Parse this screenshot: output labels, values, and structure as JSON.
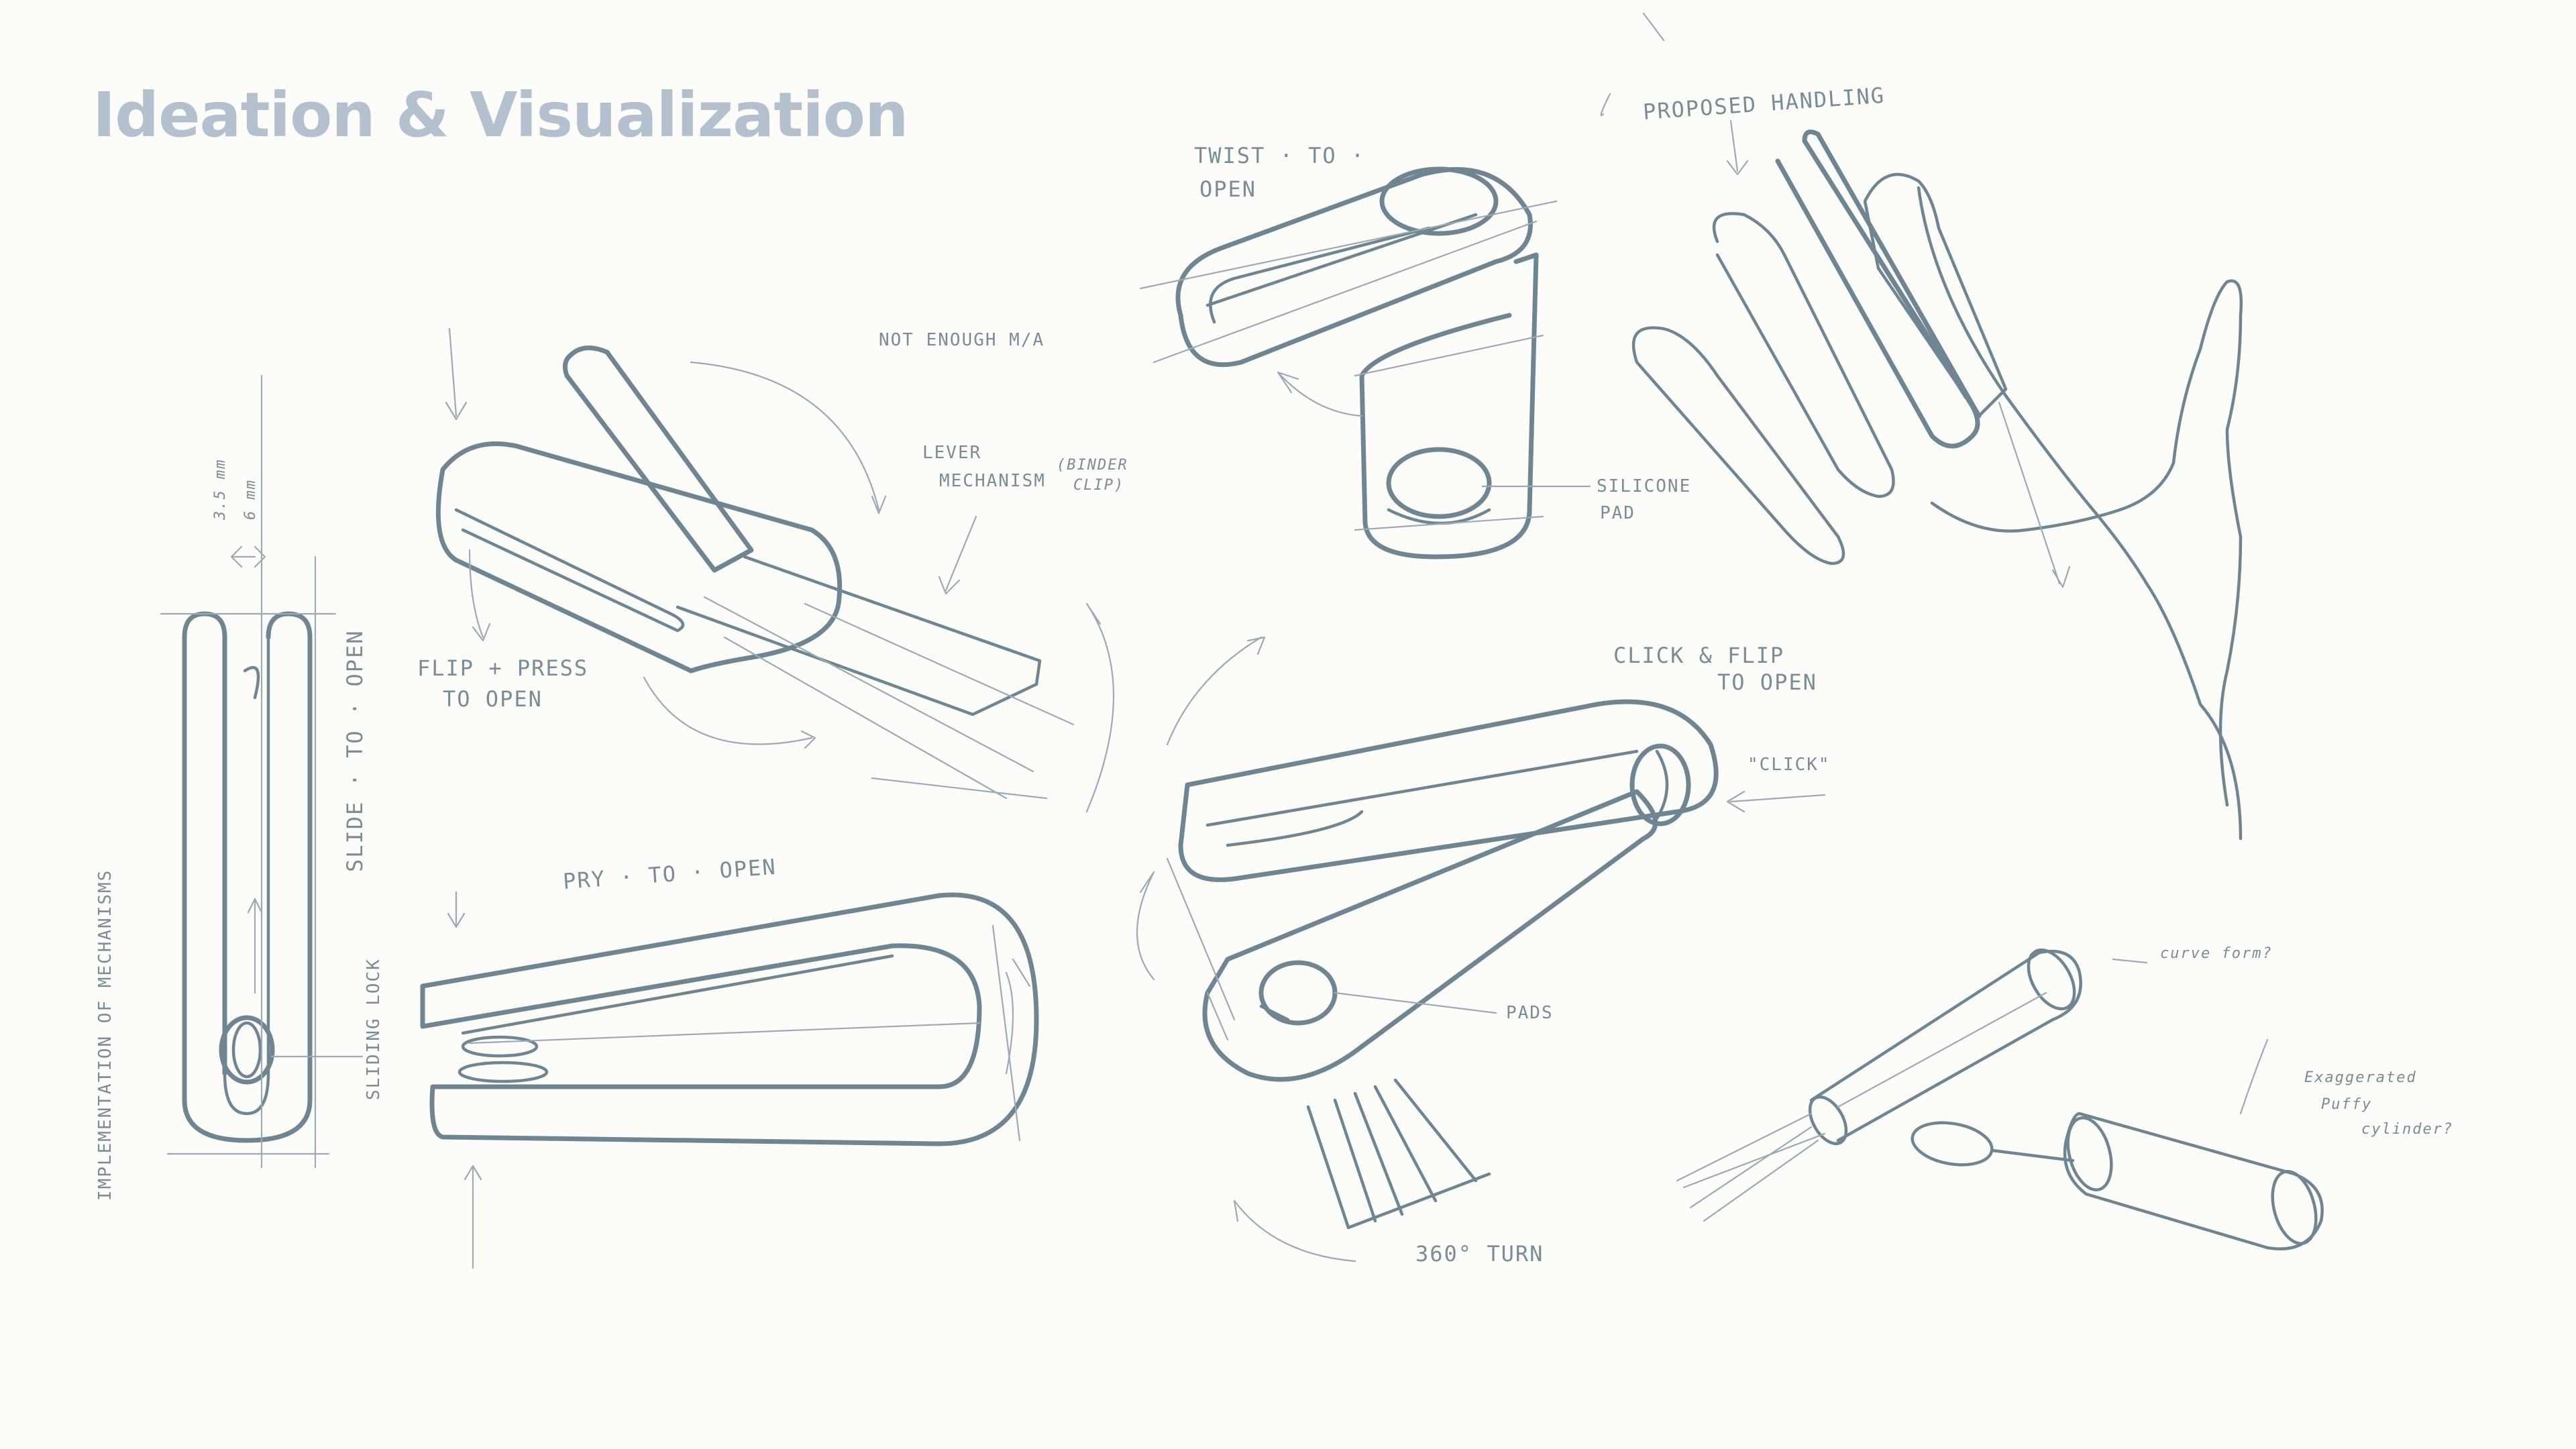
{
  "page": {
    "title": "Ideation & Visualization",
    "background": "#fcfcf9",
    "title_color": "#b4c0cd",
    "ink_color": "#6f8591"
  },
  "labels": {
    "implementation": "IMPLEMENTATION OF MECHANISMS",
    "slide_to_open": "SLIDE · TO · OPEN",
    "sliding_lock": "SLIDING LOCK",
    "dim_35": "3.5 mm",
    "dim_6": "6 mm",
    "flip_press_1": "FLIP + PRESS",
    "flip_press_2": "TO OPEN",
    "not_enough": "NOT ENOUGH M/A",
    "lever_1": "LEVER",
    "lever_2": "MECHANISM",
    "binder_1": "(BINDER",
    "binder_2": "CLIP)",
    "pry_to_open": "PRY · TO · OPEN",
    "twist_1": "TWIST · TO ·",
    "twist_2": "OPEN",
    "silicone_1": "SILICONE",
    "silicone_2": "PAD",
    "proposed_handling": "PROPOSED HANDLING",
    "click_flip_1": "CLICK & FLIP",
    "click_flip_2": "TO OPEN",
    "click": "\"CLICK\"",
    "pads": "PADS",
    "turn": "360° TURN",
    "curve_form": "curve form?",
    "exaggerated_1": "Exaggerated",
    "exaggerated_2": "Puffy",
    "exaggerated_3": "cylinder?"
  }
}
